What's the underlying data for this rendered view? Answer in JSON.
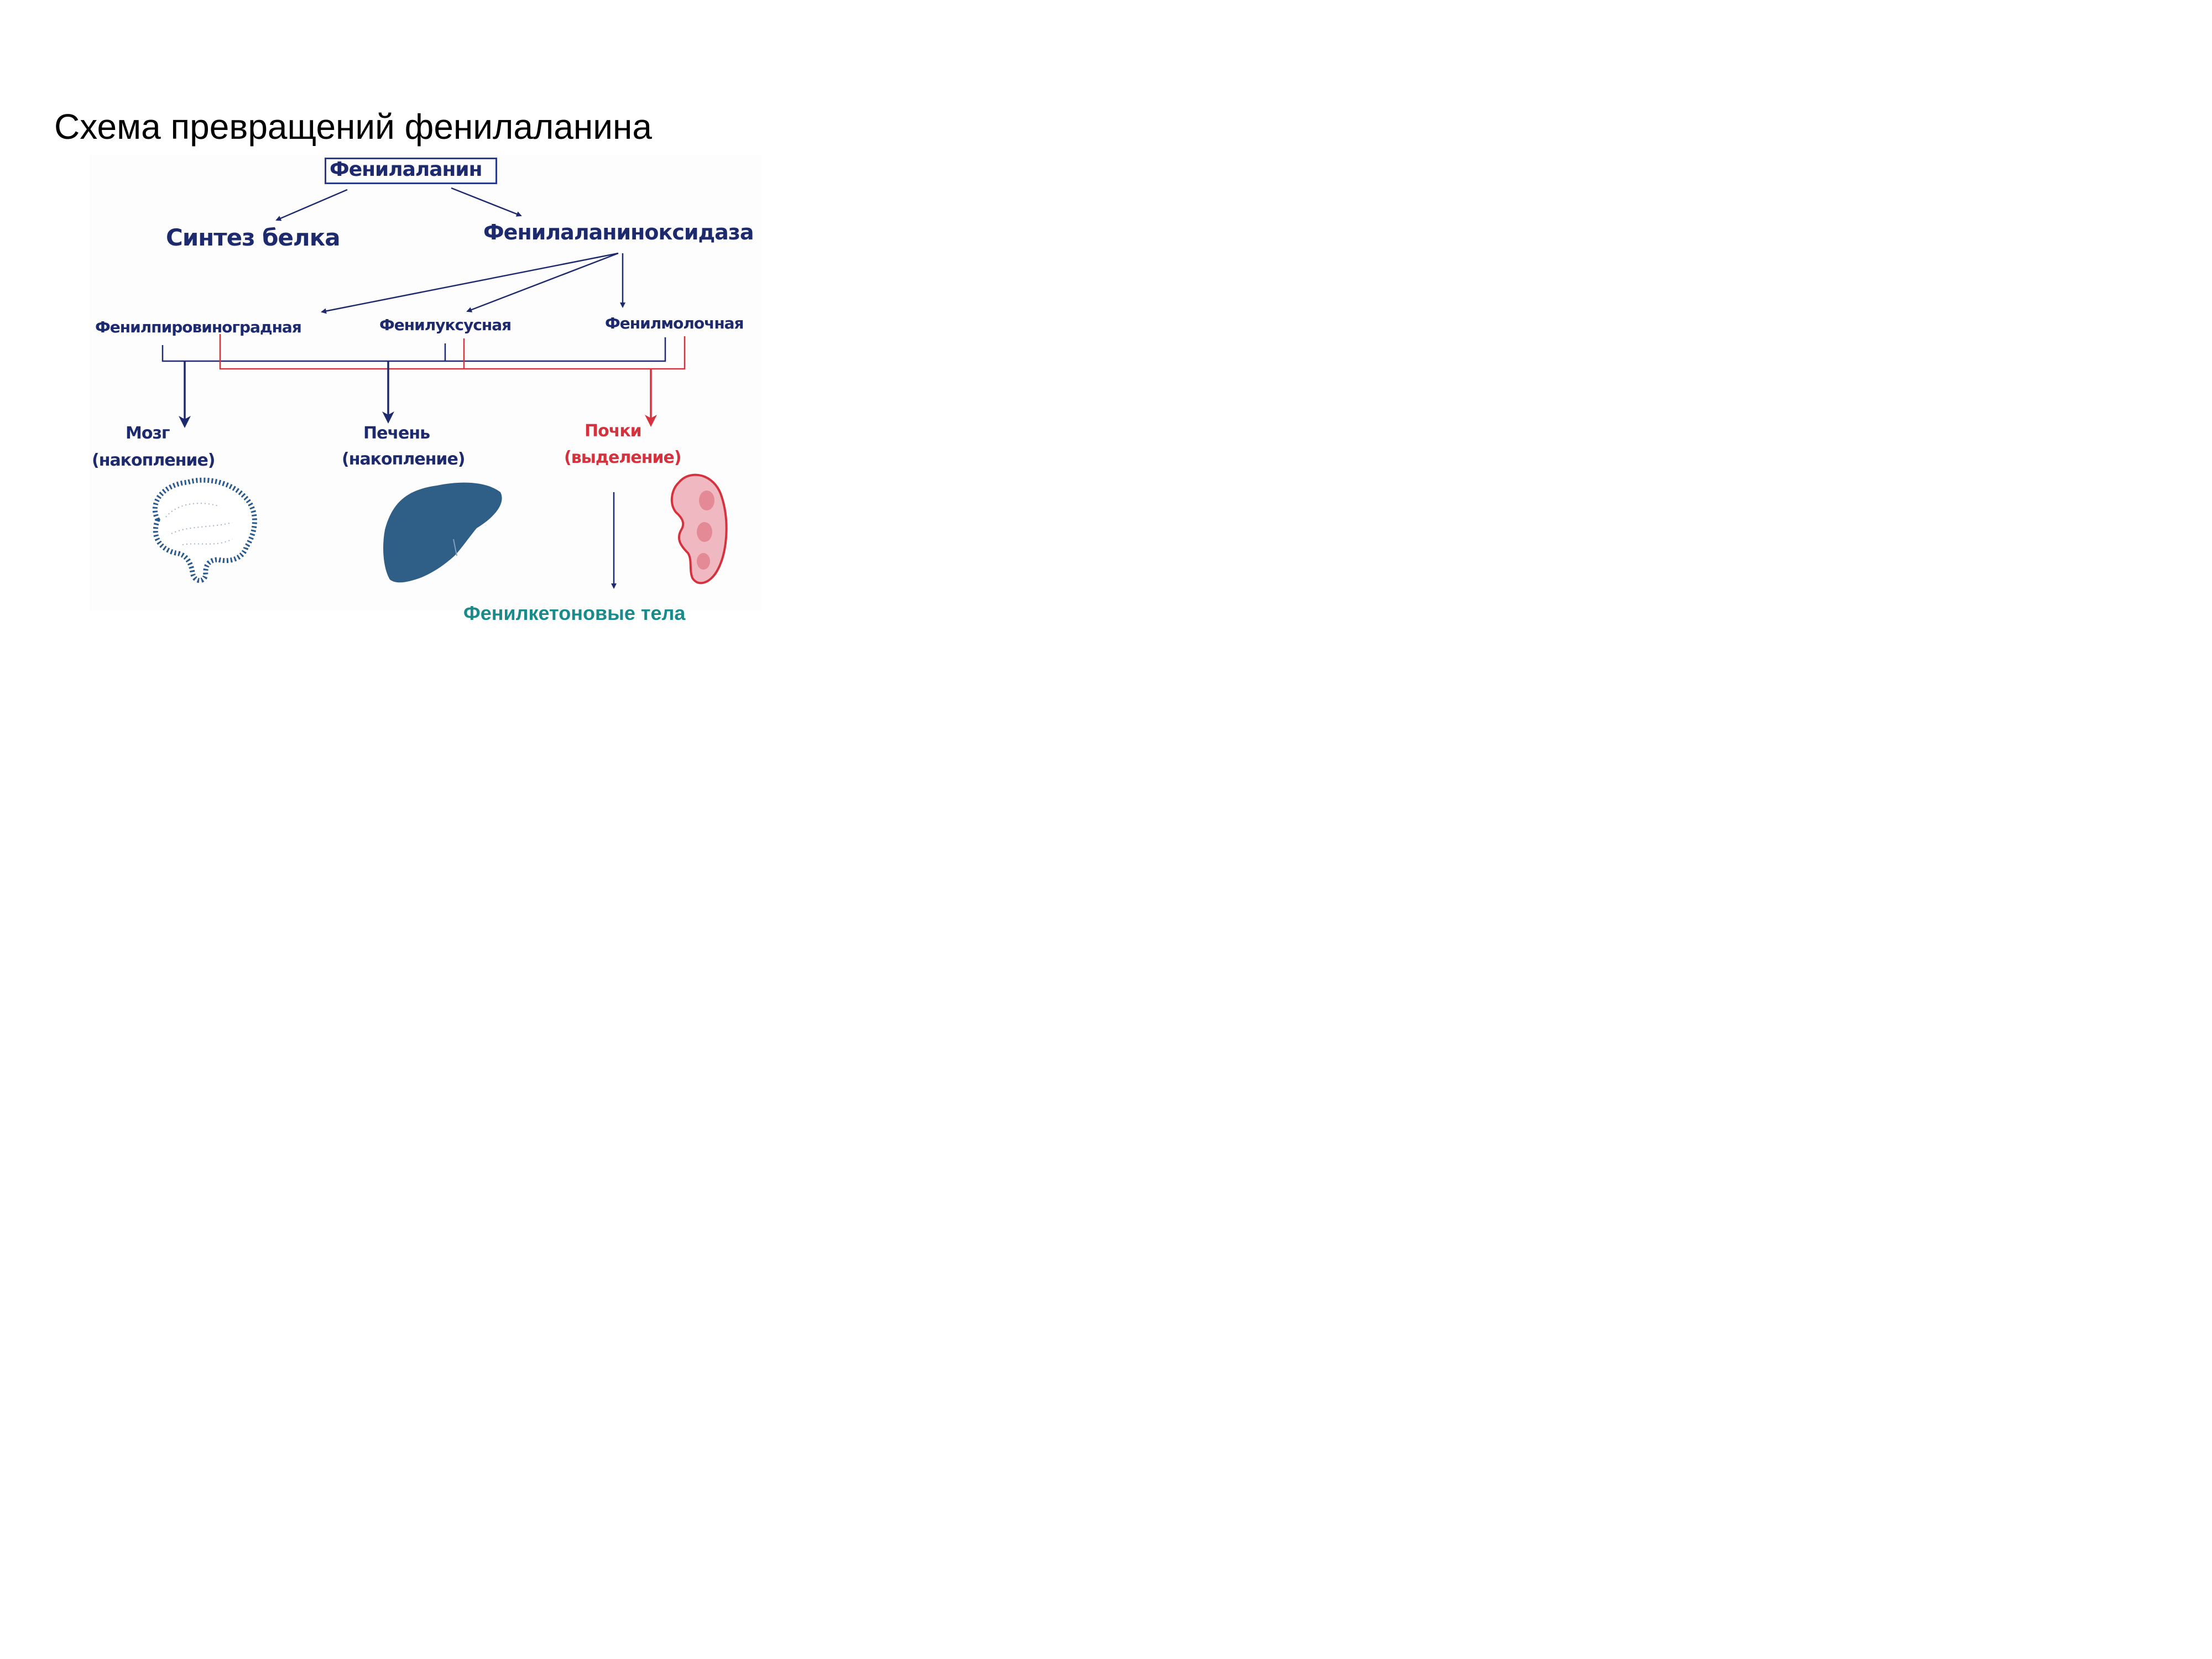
{
  "title": "Схема превращений фенилаланина",
  "diagram": {
    "root": "Фенилаланин",
    "branch_left": "Синтез белка",
    "branch_right": "Фенилаланиноксидаза",
    "acids": [
      "Фенилпировиноградная",
      "Фенилуксусная",
      "Фенилмолочная"
    ],
    "brain": {
      "name": "Мозг",
      "note": "(накопление)"
    },
    "liver": {
      "name": "Печень",
      "note": "(накопление)"
    },
    "kidneys": {
      "name": "Почки",
      "note": "(выделение)"
    },
    "output": "Фенилкетоновые тела"
  },
  "colors": {
    "navy": "#1e2a6e",
    "red": "#d5323d",
    "teal": "#1a8a8a",
    "liver": "#2f5f86",
    "brain": "#2a5a8c",
    "kidney": "#e07b86"
  }
}
